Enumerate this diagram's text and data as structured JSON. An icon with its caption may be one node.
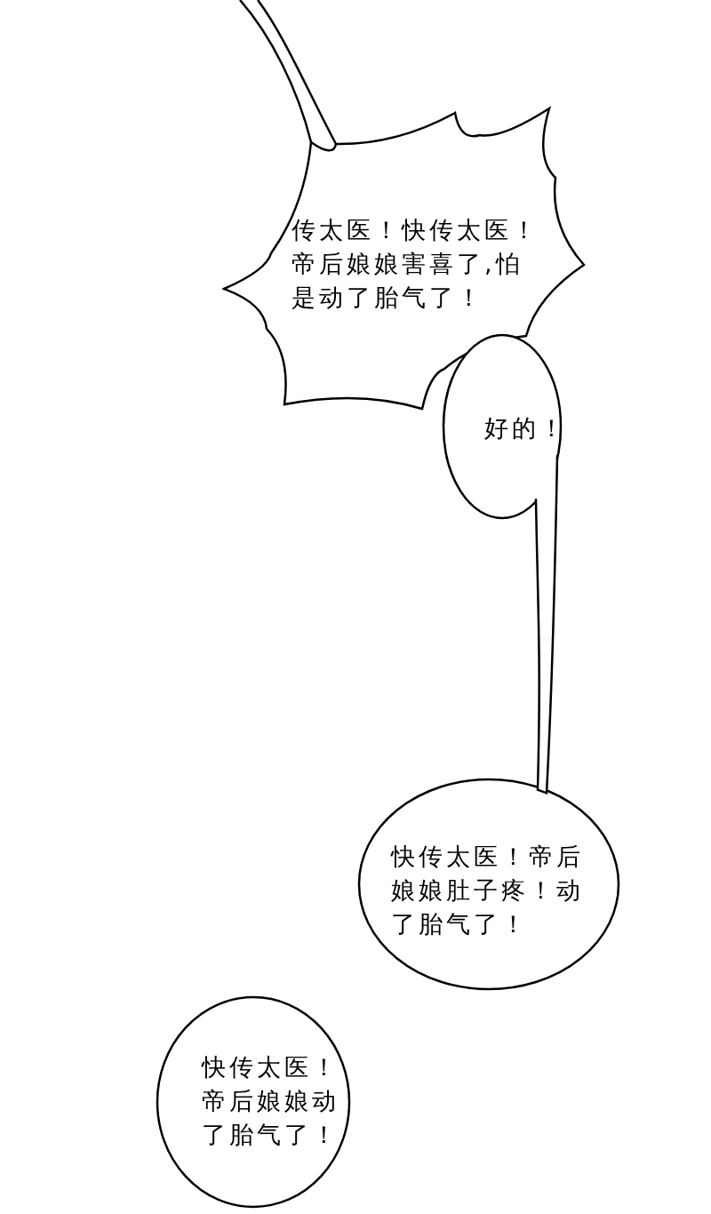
{
  "diagram": {
    "nodes": [
      {
        "text": [
          "传太医！快传太医！帝后娘娘害喜了,怕是动了胎气了！"
        ]
      },
      {
        "text": [
          "好的！"
        ]
      },
      {
        "text": [
          "快传太医！帝后娘娘肚子疼！动了胎气了！"
        ]
      },
      {
        "text": [
          "快传太医！帝后娘娘动了胎气了！"
        ]
      }
    ],
    "edges": [
      {
        "from": 1,
        "to": 2,
        "arrow": "none"
      }
    ]
  }
}
